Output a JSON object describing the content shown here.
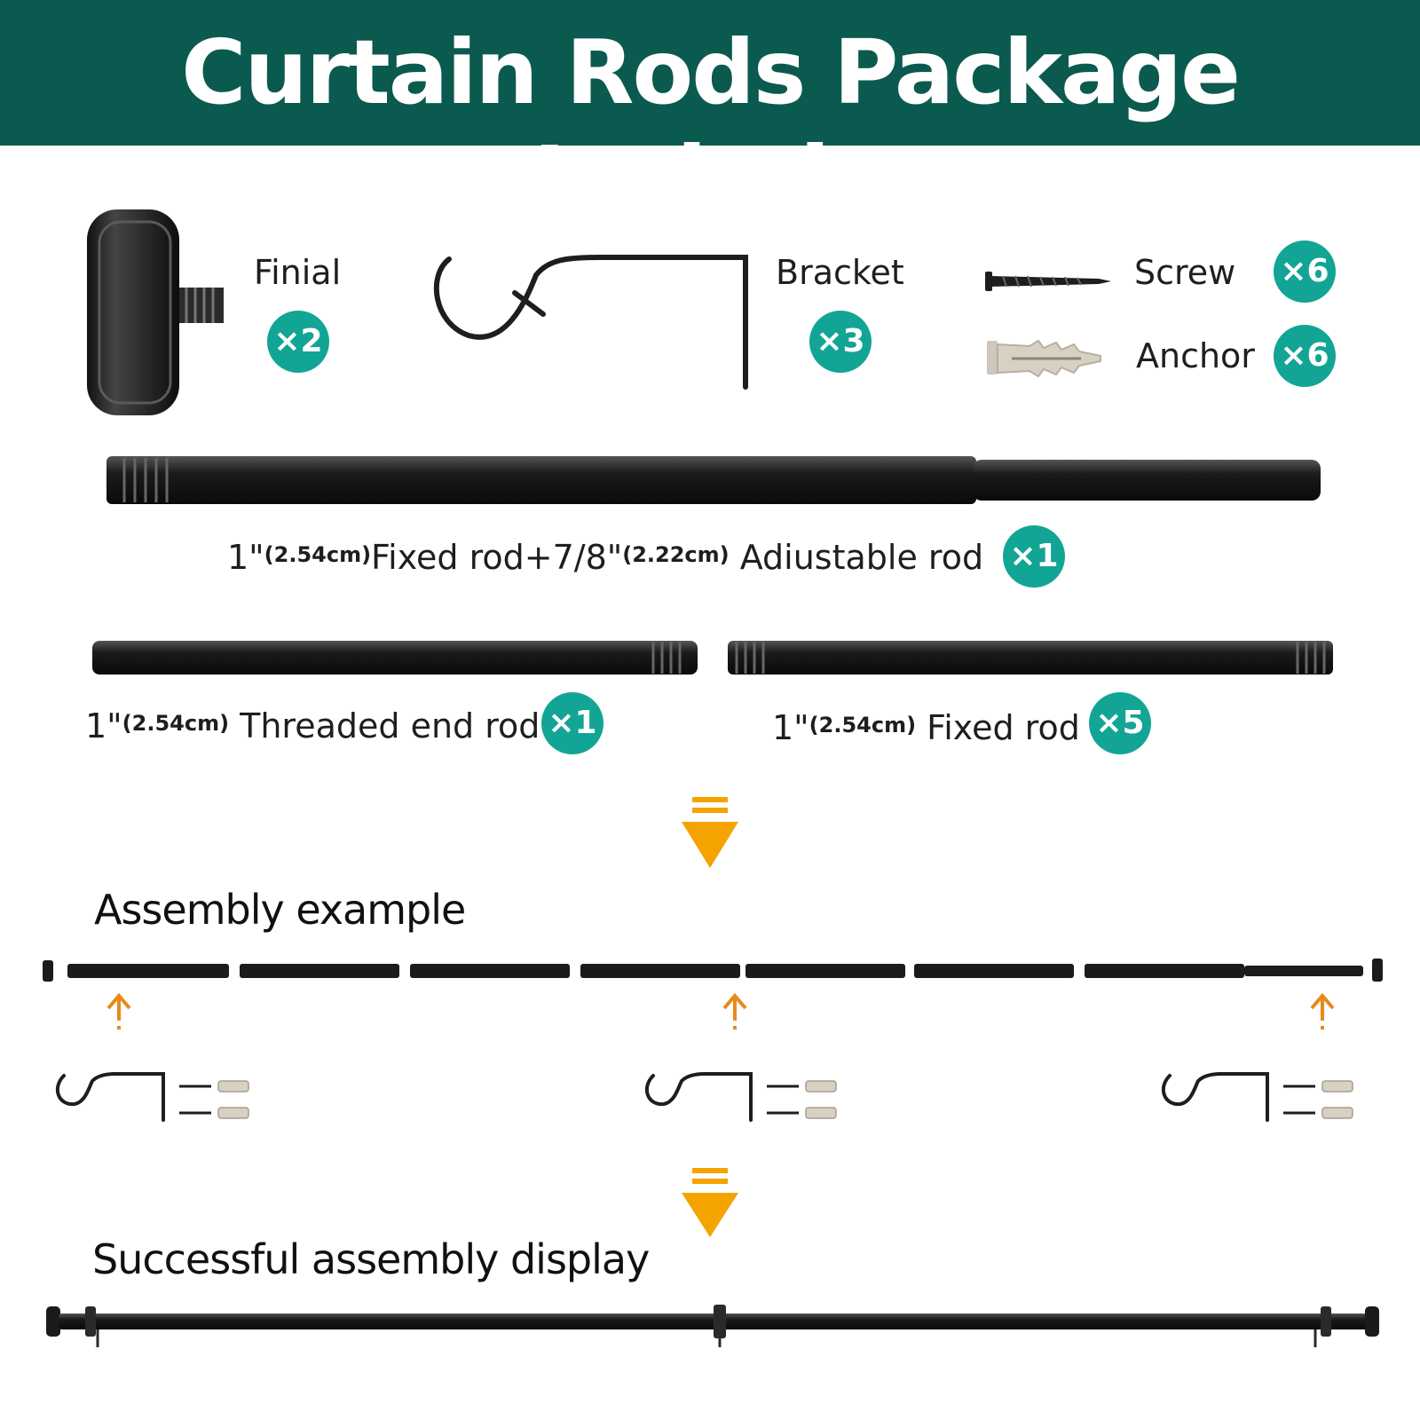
{
  "header": {
    "title": "Curtain Rods Package Include"
  },
  "parts": {
    "finial": {
      "label": "Finial",
      "qty": "×2"
    },
    "bracket": {
      "label": "Bracket",
      "qty": "×3"
    },
    "screw": {
      "label": "Screw",
      "qty": "×6"
    },
    "anchor": {
      "label": "Anchor",
      "qty": "×6"
    },
    "adjustable_rod": {
      "size1": "1\"",
      "size1_cm": "(2.54cm)",
      "text1": "Fixed rod+7/8\"",
      "size2_cm": "(2.22cm)",
      "text2": " Adiustable rod",
      "qty": "×1"
    },
    "threaded_end_rod": {
      "size": "1\"",
      "size_cm": "(2.54cm)",
      "text": " Threaded end rod",
      "qty": "×1"
    },
    "fixed_rod": {
      "size": "1\"",
      "size_cm": "(2.54cm)",
      "text": " Fixed rod",
      "qty": "×5"
    }
  },
  "sections": {
    "assembly_example": "Assembly example",
    "successful_display": "Successful assembly display"
  },
  "colors": {
    "header_bg": "#0b5a4f",
    "badge": "#12a595",
    "arrow": "#f5a300",
    "rod": "#1b1b1b"
  }
}
